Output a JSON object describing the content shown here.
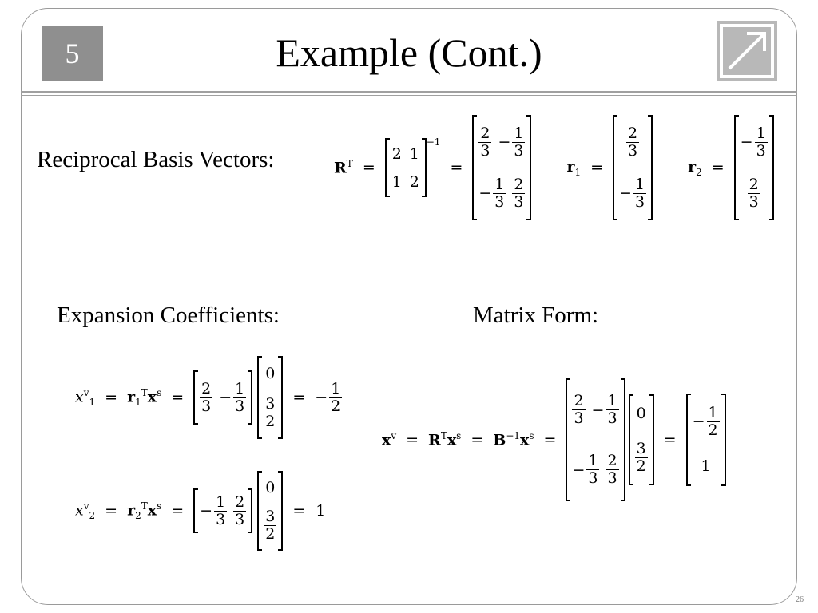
{
  "slide": {
    "chapter_number": "5",
    "title": "Example (Cont.)",
    "page_number": "26",
    "icon": "diagonal-arrow-icon"
  },
  "labels": {
    "reciprocal": "Reciprocal Basis Vectors:",
    "expansion": "Expansion Coefficients:",
    "matrix_form": "Matrix Form:"
  },
  "equations": {
    "reciprocal": {
      "lhs_sym": "R",
      "lhs_sup": "T",
      "inv_matrix": [
        [
          "2",
          "1"
        ],
        [
          "1",
          "2"
        ]
      ],
      "inv_exp": "−1",
      "result_matrix": [
        [
          "2/3",
          "−1/3"
        ],
        [
          "−1/3",
          "2/3"
        ]
      ],
      "r1_sym": "r",
      "r1_sub": "1",
      "r1_vector": [
        "2/3",
        "−1/3"
      ],
      "r2_sym": "r",
      "r2_sub": "2",
      "r2_vector": [
        "−1/3",
        "2/3"
      ]
    },
    "x1": {
      "lhs": "x",
      "lhs_sup": "v",
      "lhs_sub": "1",
      "mid_sym": "r",
      "mid_sub": "1",
      "mid_sup": "T",
      "mid_x": "x",
      "mid_x_sup": "s",
      "row": [
        "2/3",
        "−1/3"
      ],
      "col": [
        "0",
        "3/2"
      ],
      "result": "−1/2"
    },
    "x2": {
      "lhs": "x",
      "lhs_sup": "v",
      "lhs_sub": "2",
      "mid_sym": "r",
      "mid_sub": "2",
      "mid_sup": "T",
      "mid_x": "x",
      "mid_x_sup": "s",
      "row": [
        "−1/3",
        "2/3"
      ],
      "col": [
        "0",
        "3/2"
      ],
      "result": "1"
    },
    "matrix": {
      "lhs": "x",
      "lhs_sup": "v",
      "r_sym": "R",
      "r_sup": "T",
      "x_sym": "x",
      "x_sup": "s",
      "b_sym": "B",
      "b_sup": "−1",
      "bx_sym": "x",
      "bx_sup": "s",
      "matrix": [
        [
          "2/3",
          "−1/3"
        ],
        [
          "−1/3",
          "2/3"
        ]
      ],
      "col": [
        "0",
        "3/2"
      ],
      "result": [
        "−1/2",
        "1"
      ]
    }
  }
}
